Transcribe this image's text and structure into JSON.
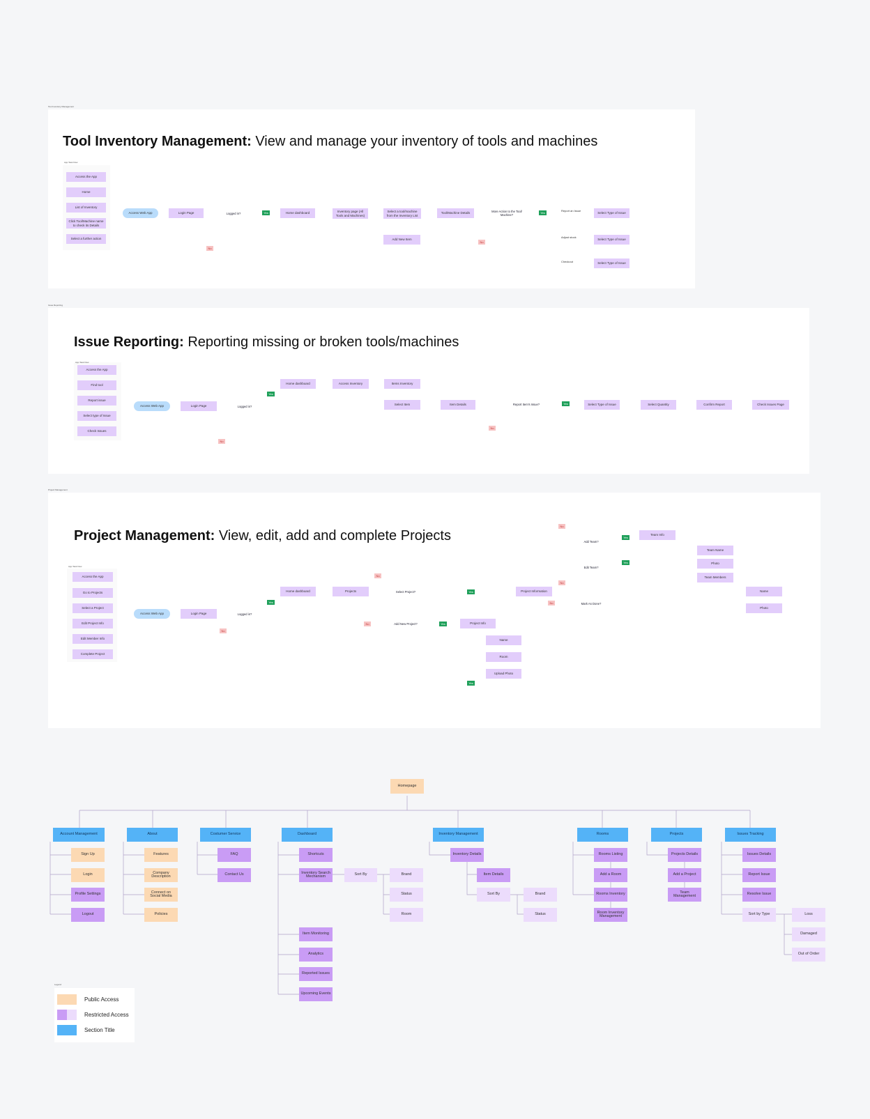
{
  "frames": {
    "tool": {
      "label": "Tool Inventory Management",
      "title_bold": "Tool Inventory Management:",
      "title_rest": " View and manage your inventory of tools and machines",
      "task_label": "App Task Flow",
      "tasks": [
        "Access the App",
        "Home",
        "List of Inventory",
        "Click Tool/Machine name to check its Details",
        "Select a further action"
      ],
      "nodes": {
        "access": "Access Web App",
        "login": "Login Page",
        "logged": "Logged in?",
        "home": "Home dashboard",
        "invpage": "Inventory page (All Tools and Machines)",
        "select": "Select a tool/machine from the Inventory List",
        "additem": "Add New Item",
        "details": "Tool/Machine Details",
        "more": "More Action to the Tool/ Machine?",
        "t1": "Select Type of Issue",
        "t2": "Select Type of Issue",
        "t3": "Select Type of Issue"
      },
      "edges": {
        "report": "Report an Issue",
        "adjust": "Adjust stock",
        "checkout": "Checkout"
      }
    },
    "issue": {
      "label": "Issue Reporting",
      "title_bold": "Issue Reporting:",
      "title_rest": " Reporting missing or broken tools/machines",
      "task_label": "App Task Flow",
      "tasks": [
        "Access the App",
        "Find tool",
        "Report issue",
        "Select type of Issue",
        "Check Issues"
      ],
      "nodes": {
        "access": "Access Web App",
        "login": "Login Page",
        "logged": "Logged in?",
        "home": "Home dashboard",
        "inv": "Access Inventory",
        "items": "Items Inventory",
        "selitem": "Select Item",
        "itemdet": "Item Details",
        "report": "Report Item's Issue?",
        "type": "Select Type of Issue",
        "qty": "Select Quantity",
        "confirm": "Confirm Report",
        "check": "Check Issues Page"
      }
    },
    "project": {
      "label": "Project Management",
      "title_bold": "Project Management:",
      "title_rest": " View, edit, add and complete Projects",
      "task_label": "App Task Flow",
      "tasks": [
        "Access the App",
        "Go to Projects",
        "Select a Project",
        "Edit Project Info",
        "Edit Member Info",
        "Complete Project"
      ],
      "nodes": {
        "access": "Access Web App",
        "login": "Login Page",
        "logged": "Logged in?",
        "home": "Home dashboard",
        "projects": "Projects",
        "selproj": "Select Project?",
        "addproj": "Add New Project?",
        "projinfo": "Project Info",
        "name": "Name",
        "room": "Room",
        "upload": "Upload Photo",
        "projinfo2": "Project Information",
        "addteam": "Add Team?",
        "editteam": "Edit Team?",
        "markdone": "Mark As Done?",
        "teaminfo": "Team Info",
        "teamname": "Team Name",
        "photo": "Photo",
        "members": "Team Members",
        "names": "Name",
        "photo2": "Photo"
      }
    }
  },
  "tags": {
    "yes": "Yes",
    "no": "No"
  },
  "sitemap": {
    "root": "Homepage",
    "sections": {
      "account": {
        "title": "Account Management",
        "items": [
          "Sign Up",
          "Login",
          "Profile Settings",
          "Logout"
        ]
      },
      "about": {
        "title": "About",
        "items": [
          "Features",
          "Company Description",
          "Connect on Social Media",
          "Policies"
        ]
      },
      "cs": {
        "title": "Costumer Service",
        "items": [
          "FAQ",
          "Contact Us"
        ]
      },
      "dash": {
        "title": "Dashboard",
        "items": [
          "Shortcuts",
          "Inventory Search Mechanism",
          "Item Monitoring",
          "Analytics",
          "Reported Issues",
          "Upcoming Events"
        ],
        "sortby": "Sort By",
        "sort": [
          "Brand",
          "Status",
          "Room"
        ]
      },
      "inv": {
        "title": "Inventory Management",
        "items": [
          "Inventory Details"
        ],
        "sub": [
          "Item Details",
          "Sort By"
        ],
        "sort": [
          "Brand",
          "Status"
        ]
      },
      "rooms": {
        "title": "Rooms",
        "items": [
          "Rooms Listing",
          "Add a Room",
          "Rooms Inventory",
          "Room Inventory Management"
        ]
      },
      "projects": {
        "title": "Projects",
        "items": [
          "Projects Details",
          "Add a Project",
          "Team Management"
        ]
      },
      "issues": {
        "title": "Issues Tracking",
        "items": [
          "Issues Details",
          "Report Issue",
          "Resolve Issue",
          "Sort by Type"
        ],
        "sort": [
          "Loss",
          "Damaged",
          "Out of Order"
        ]
      }
    }
  },
  "legend": {
    "label": "Legend",
    "items": [
      "Public Access",
      "Restricted Access",
      "Section Title"
    ]
  },
  "colors": {
    "purple": "#e2cdfb",
    "purple_dark": "#c99cf5",
    "orange": "#fcd9b3",
    "blue": "#54b3f7",
    "green": "#b6f2c6",
    "yes": "#1fa05a",
    "no": "#f7c2c2"
  }
}
